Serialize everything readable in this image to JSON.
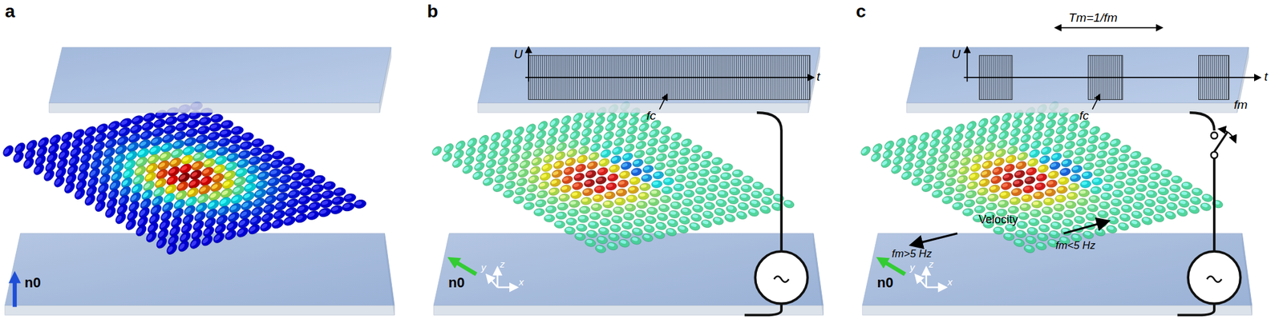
{
  "diagram": {
    "labels": [
      "a",
      "n0",
      "b",
      "U",
      "t",
      "fc",
      "n0",
      "z",
      "y",
      "x",
      "c",
      "U",
      "t",
      "Tm=1/fm",
      "fc",
      "fm",
      "n0",
      "z",
      "y",
      "x",
      "Velocity",
      "fm>5 Hz",
      "fm<5 Hz"
    ]
  }
}
